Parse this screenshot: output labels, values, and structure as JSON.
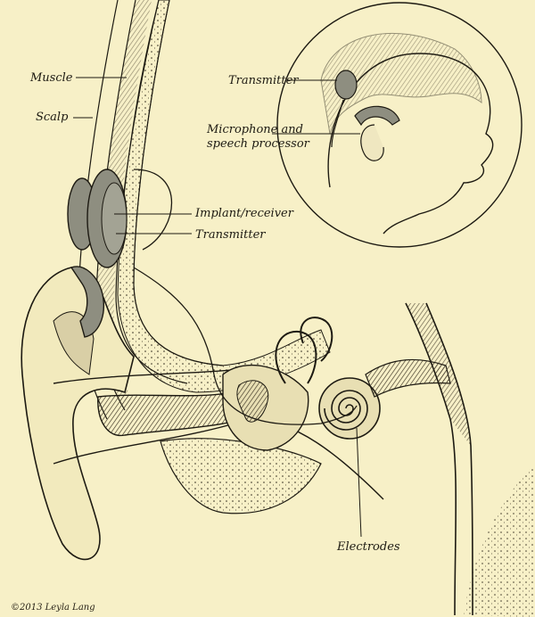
{
  "labels": {
    "muscle": "Muscle",
    "scalp": "Scalp",
    "transmitter_inset": "Transmitter",
    "microphone_line1": "Microphone and",
    "microphone_line2": "speech processor",
    "implant_receiver": "Implant/receiver",
    "transmitter_main": "Transmitter",
    "electrodes": "Electrodes"
  },
  "credit": "©2013 Leyla Lang",
  "colors": {
    "background": "#f7f0c7",
    "ink": "#1d1a12",
    "device": "#8e8e80",
    "bone": "#efe7c0",
    "skin_shadow": "#d9cfa6"
  }
}
